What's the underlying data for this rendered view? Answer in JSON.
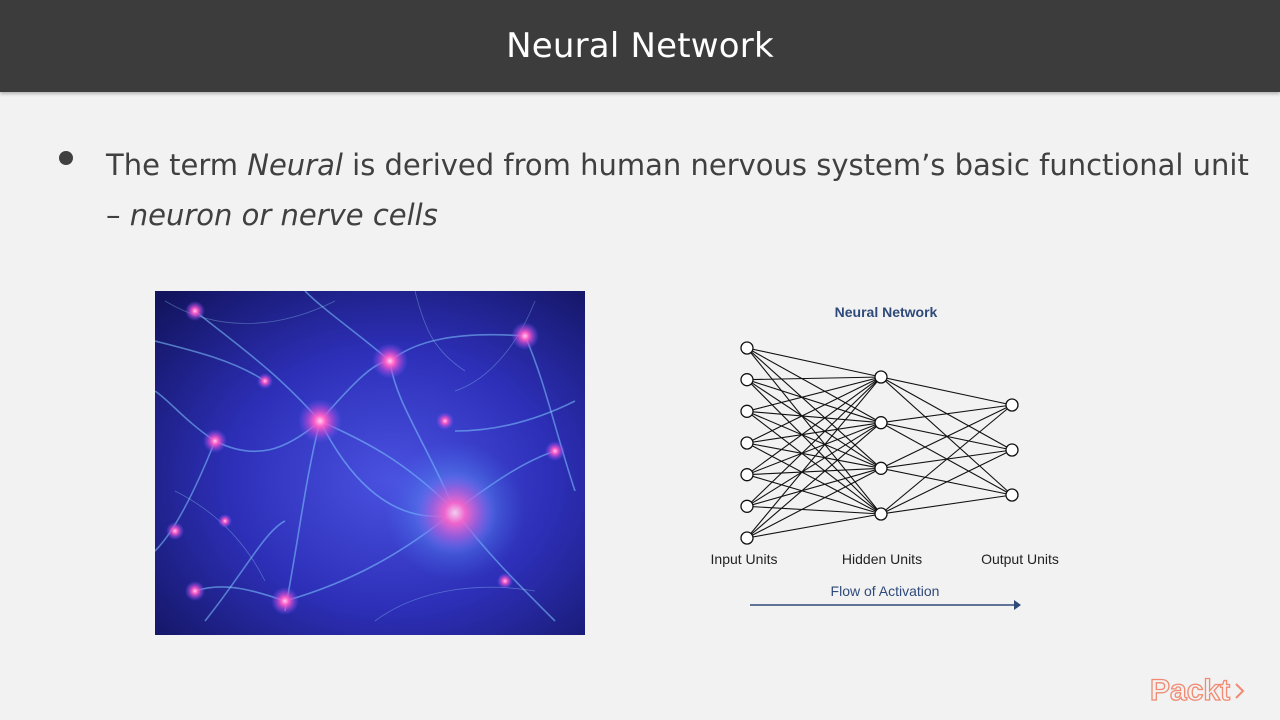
{
  "header": {
    "title": "Neural Network"
  },
  "bullet": {
    "text_part1": "The term ",
    "text_italic1": "Neural",
    "text_part2": " is derived from human nervous system’s basic functional unit – ",
    "text_italic2": "neuron or nerve cells"
  },
  "image": {
    "subject": "neurons-illustration"
  },
  "diagram": {
    "title": "Neural Network",
    "input_label": "Input Units",
    "hidden_label": "Hidden Units",
    "output_label": "Output Units",
    "flow_label": "Flow of Activation",
    "input_count": 7,
    "hidden_count": 4,
    "output_count": 3,
    "accent_color": "#2f4a7a"
  },
  "logo": {
    "text": "Packt>",
    "color": "#f08a72"
  }
}
